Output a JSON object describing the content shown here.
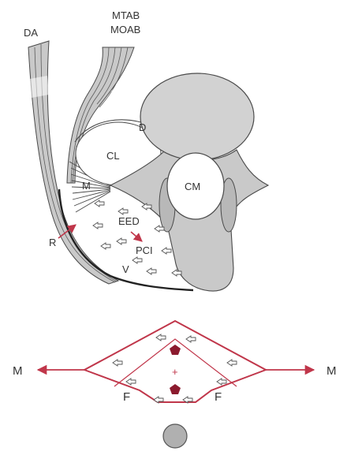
{
  "labels": {
    "da": "DA",
    "mtab": "MTAB",
    "moab": "MOAB",
    "d": "D",
    "cl": "CL",
    "m_upper": "M",
    "cm": "CM",
    "eed": "EED",
    "r": "R",
    "pci": "PCI",
    "v": "V",
    "m_left": "M",
    "m_right": "M",
    "f_left": "F",
    "f_right": "F"
  },
  "colors": {
    "gray_fill": "#c9c9c9",
    "stroke": "#4a4a4a",
    "red": "#c0364a",
    "dark_red": "#8b1a2e"
  }
}
